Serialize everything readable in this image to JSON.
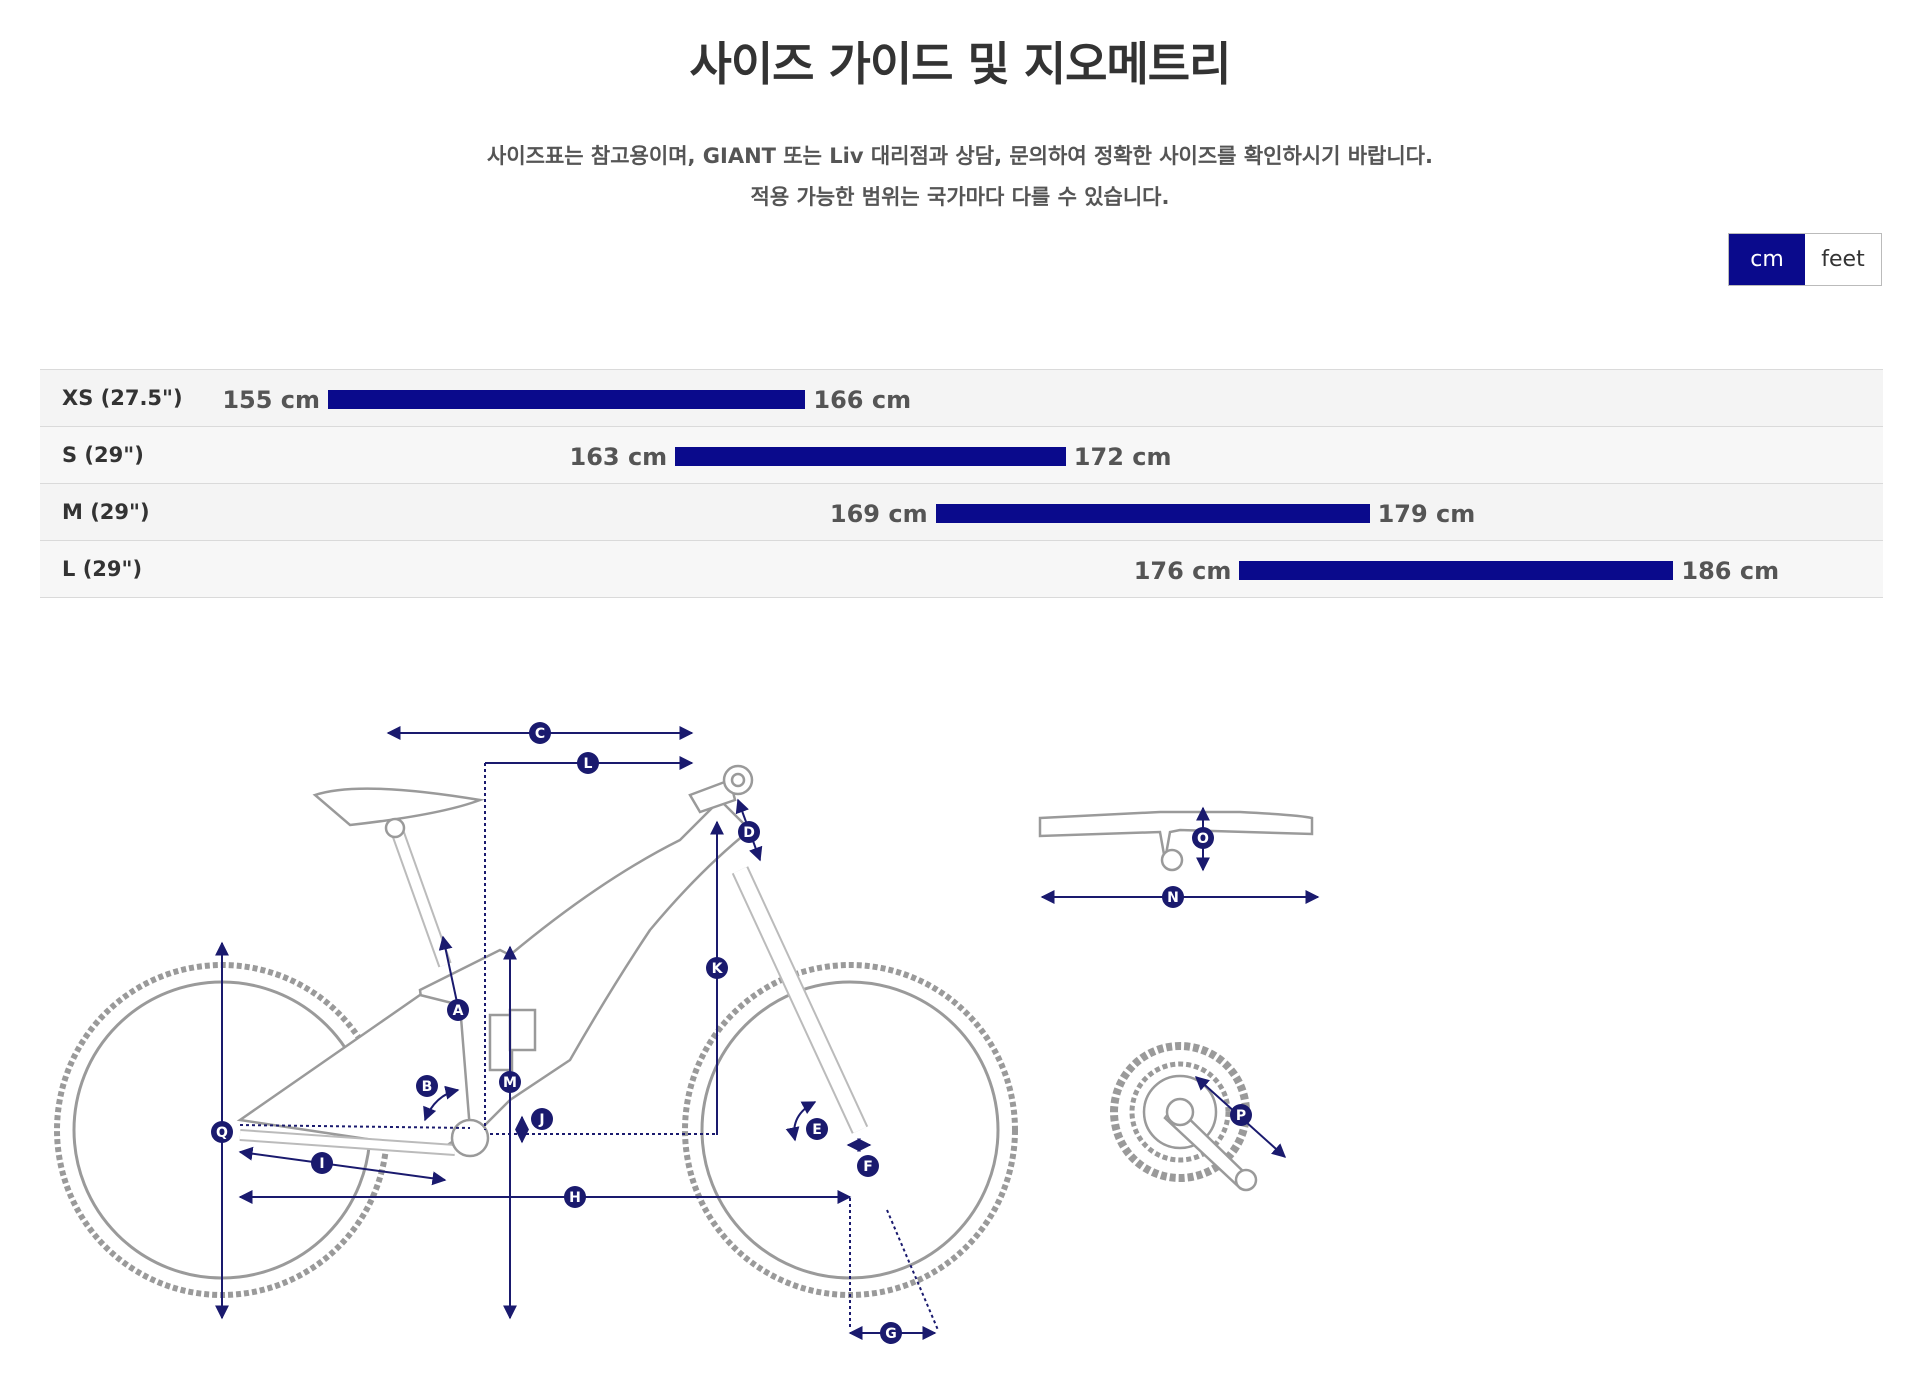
{
  "page": {
    "title": "사이즈 가이드 및 지오메트리",
    "note_line1": "사이즈표는 참고용이며, GIANT 또는 Liv 대리점과 상담, 문의하여 정확한 사이즈를 확인하시기 바랍니다.",
    "note_line2": "적용 가능한 범위는 국가마다 다를 수 있습니다."
  },
  "unit_toggle": {
    "options": [
      {
        "label": "cm",
        "active": true
      },
      {
        "label": "feet",
        "active": false
      }
    ]
  },
  "size_chart": {
    "bar_color": "#0a0a8c",
    "rows": [
      {
        "size": "XS (27.5\")",
        "min": 155,
        "max": 166,
        "min_label": "155 cm",
        "max_label": "166 cm"
      },
      {
        "size": "S (29\")",
        "min": 163,
        "max": 172,
        "min_label": "163 cm",
        "max_label": "172 cm"
      },
      {
        "size": "M (29\")",
        "min": 169,
        "max": 179,
        "min_label": "169 cm",
        "max_label": "179 cm"
      },
      {
        "size": "L (29\")",
        "min": 176,
        "max": 186,
        "min_label": "176 cm",
        "max_label": "186 cm"
      }
    ]
  },
  "geometry_diagram": {
    "accent_color": "#1a1a6e",
    "markers": [
      "A",
      "B",
      "C",
      "D",
      "E",
      "F",
      "G",
      "H",
      "I",
      "J",
      "K",
      "L",
      "M",
      "N",
      "O",
      "P",
      "Q"
    ]
  }
}
